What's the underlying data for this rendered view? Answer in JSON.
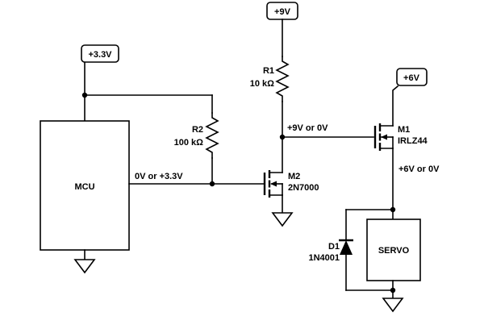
{
  "diagram": {
    "colors": {
      "background": "#ffffff",
      "ink": "#000000"
    },
    "supplies": {
      "v33": {
        "label": "+3.3V"
      },
      "v9": {
        "label": "+9V"
      },
      "v6": {
        "label": "+6V"
      }
    },
    "components": {
      "mcu": {
        "label": "MCU"
      },
      "r1": {
        "ref": "R1",
        "value": "10 kΩ"
      },
      "r2": {
        "ref": "R2",
        "value": "100 kΩ"
      },
      "m2": {
        "ref": "M2",
        "value": "2N7000"
      },
      "m1": {
        "ref": "M1",
        "value": "IRLZ44"
      },
      "d1": {
        "ref": "D1",
        "value": "1N4001"
      },
      "servo": {
        "label": "SERVO"
      }
    },
    "nets": {
      "mcu_output": "0V or +3.3V",
      "m2_drain": "+9V or 0V",
      "m1_source": "+6V or 0V"
    }
  }
}
